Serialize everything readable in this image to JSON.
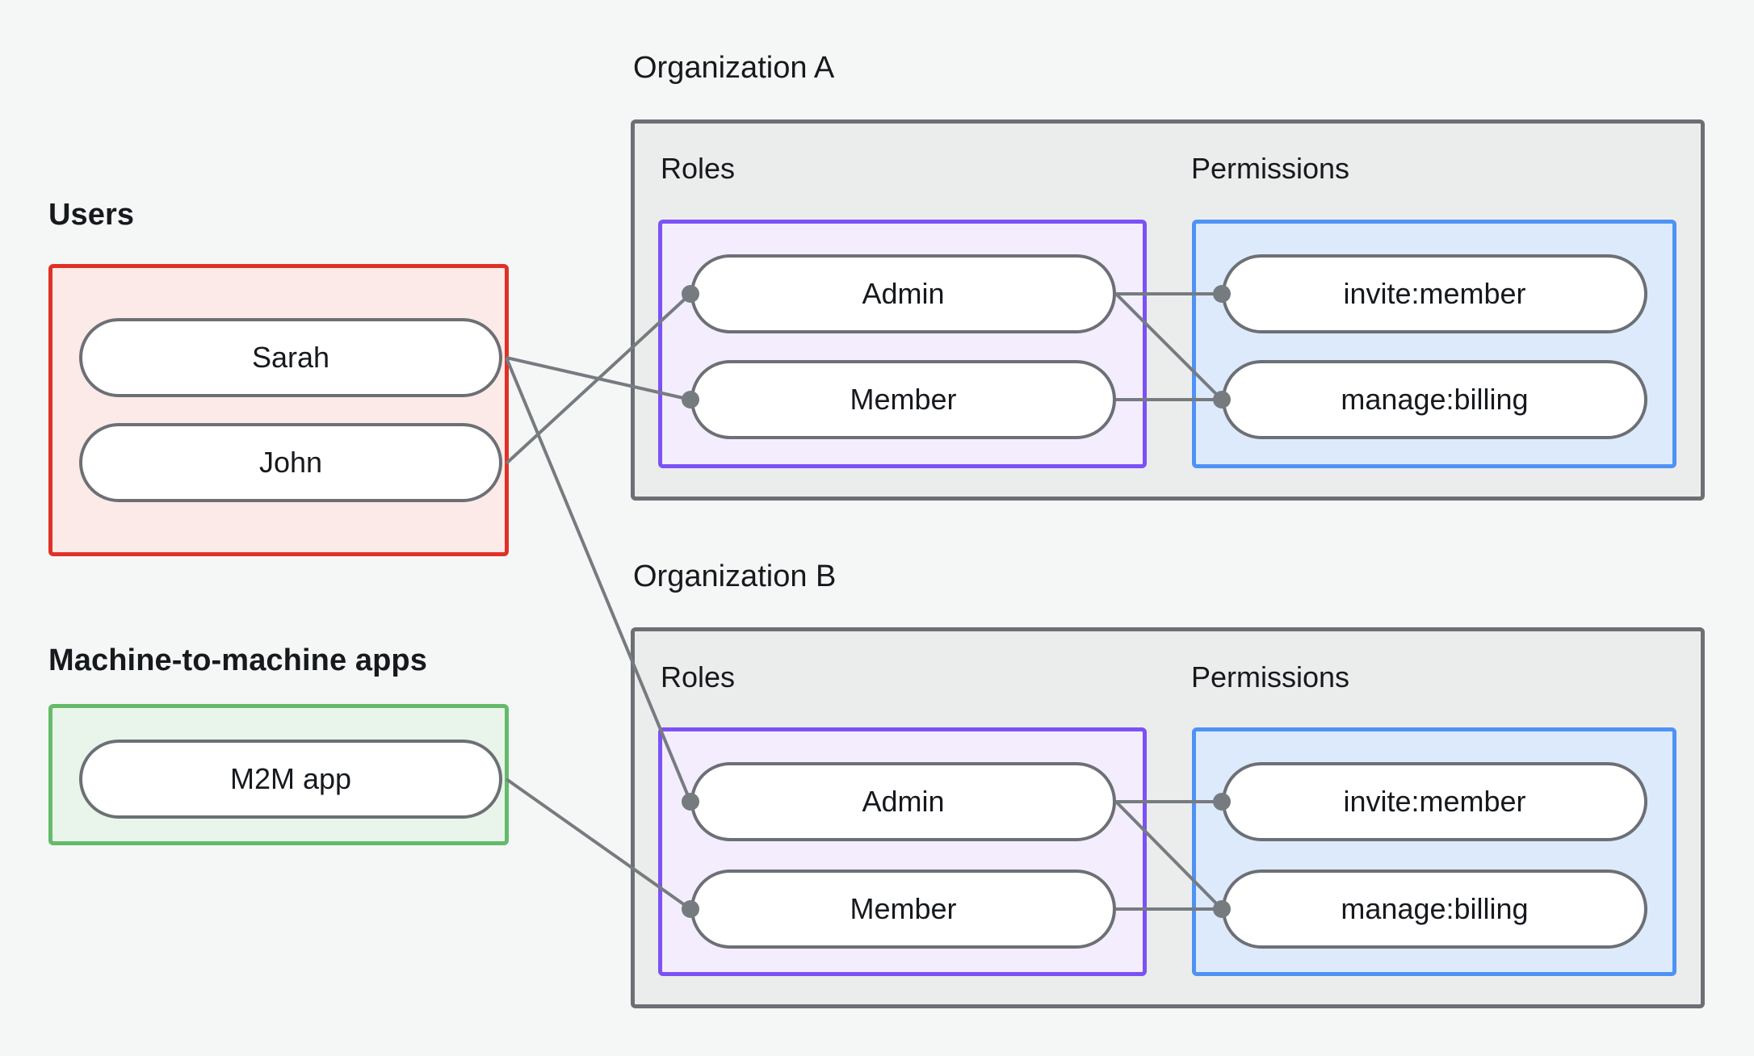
{
  "diagram": {
    "title_users": "Users",
    "title_m2m": "Machine-to-machine apps",
    "org_a_title": "Organization A",
    "org_b_title": "Organization B",
    "section_roles": "Roles",
    "section_permissions": "Permissions"
  },
  "colors": {
    "background": "#f5f7f6",
    "users_border": "#e03127",
    "users_fill": "#fceae8",
    "m2m_border": "#63bb6a",
    "m2m_fill": "#e9f5ea",
    "org_border": "#6c7075",
    "org_fill": "#ebedec",
    "roles_border": "#7b52f5",
    "roles_fill": "#f3edfd",
    "permissions_border": "#4f92f5",
    "permissions_fill": "#ddeafc",
    "node_border": "#6c7075",
    "node_fill": "#ffffff",
    "edge": "#767b80",
    "text": "#16191d"
  },
  "users": {
    "label": "Users",
    "items": [
      {
        "id": "sarah",
        "label": "Sarah"
      },
      {
        "id": "john",
        "label": "John"
      }
    ]
  },
  "m2m": {
    "label": "Machine-to-machine apps",
    "items": [
      {
        "id": "m2m-app",
        "label": "M2M app"
      }
    ]
  },
  "organizations": [
    {
      "id": "org-a",
      "title": "Organization A",
      "roles_label": "Roles",
      "permissions_label": "Permissions",
      "roles": [
        {
          "id": "org-a-admin",
          "label": "Admin"
        },
        {
          "id": "org-a-member",
          "label": "Member"
        }
      ],
      "permissions": [
        {
          "id": "org-a-invite-member",
          "label": "invite:member"
        },
        {
          "id": "org-a-manage-billing",
          "label": "manage:billing"
        }
      ]
    },
    {
      "id": "org-b",
      "title": "Organization B",
      "roles_label": "Roles",
      "permissions_label": "Permissions",
      "roles": [
        {
          "id": "org-b-admin",
          "label": "Admin"
        },
        {
          "id": "org-b-member",
          "label": "Member"
        }
      ],
      "permissions": [
        {
          "id": "org-b-invite-member",
          "label": "invite:member"
        },
        {
          "id": "org-b-manage-billing",
          "label": "manage:billing"
        }
      ]
    }
  ],
  "connections": [
    {
      "from": "sarah",
      "to": "org-a-member"
    },
    {
      "from": "sarah",
      "to": "org-b-admin"
    },
    {
      "from": "john",
      "to": "org-a-admin"
    },
    {
      "from": "m2m-app",
      "to": "org-b-member"
    },
    {
      "from": "org-a-admin",
      "to": "org-a-invite-member"
    },
    {
      "from": "org-a-admin",
      "to": "org-a-manage-billing"
    },
    {
      "from": "org-a-member",
      "to": "org-a-manage-billing"
    },
    {
      "from": "org-b-admin",
      "to": "org-b-invite-member"
    },
    {
      "from": "org-b-admin",
      "to": "org-b-manage-billing"
    },
    {
      "from": "org-b-member",
      "to": "org-b-manage-billing"
    }
  ]
}
